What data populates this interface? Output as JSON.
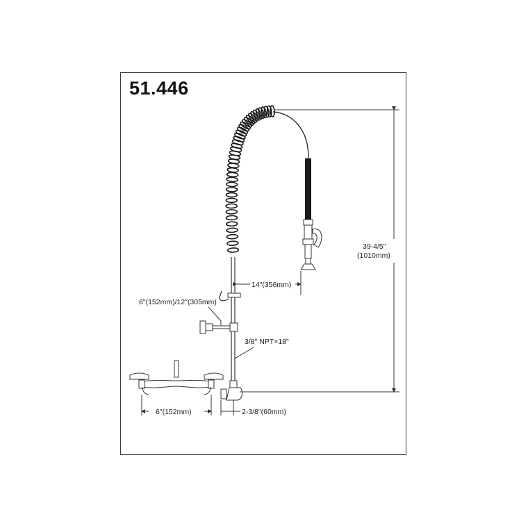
{
  "model_number": "51.446",
  "dimensions": {
    "height_in": "39-4/5\"",
    "height_mm": "(1010mm)",
    "reach": "14\"(356mm)",
    "add_on_arm": "6\"(152mm)/12\"(305mm)",
    "hose_connector": "3/8\" NPT×18\"",
    "faucet_centers": "6\"(152mm)",
    "wall_offset": "2-3/8\"(60mm)"
  },
  "colors": {
    "line": "#333333",
    "hose": "#1a1a1a",
    "frame": "#3a3a3a"
  }
}
